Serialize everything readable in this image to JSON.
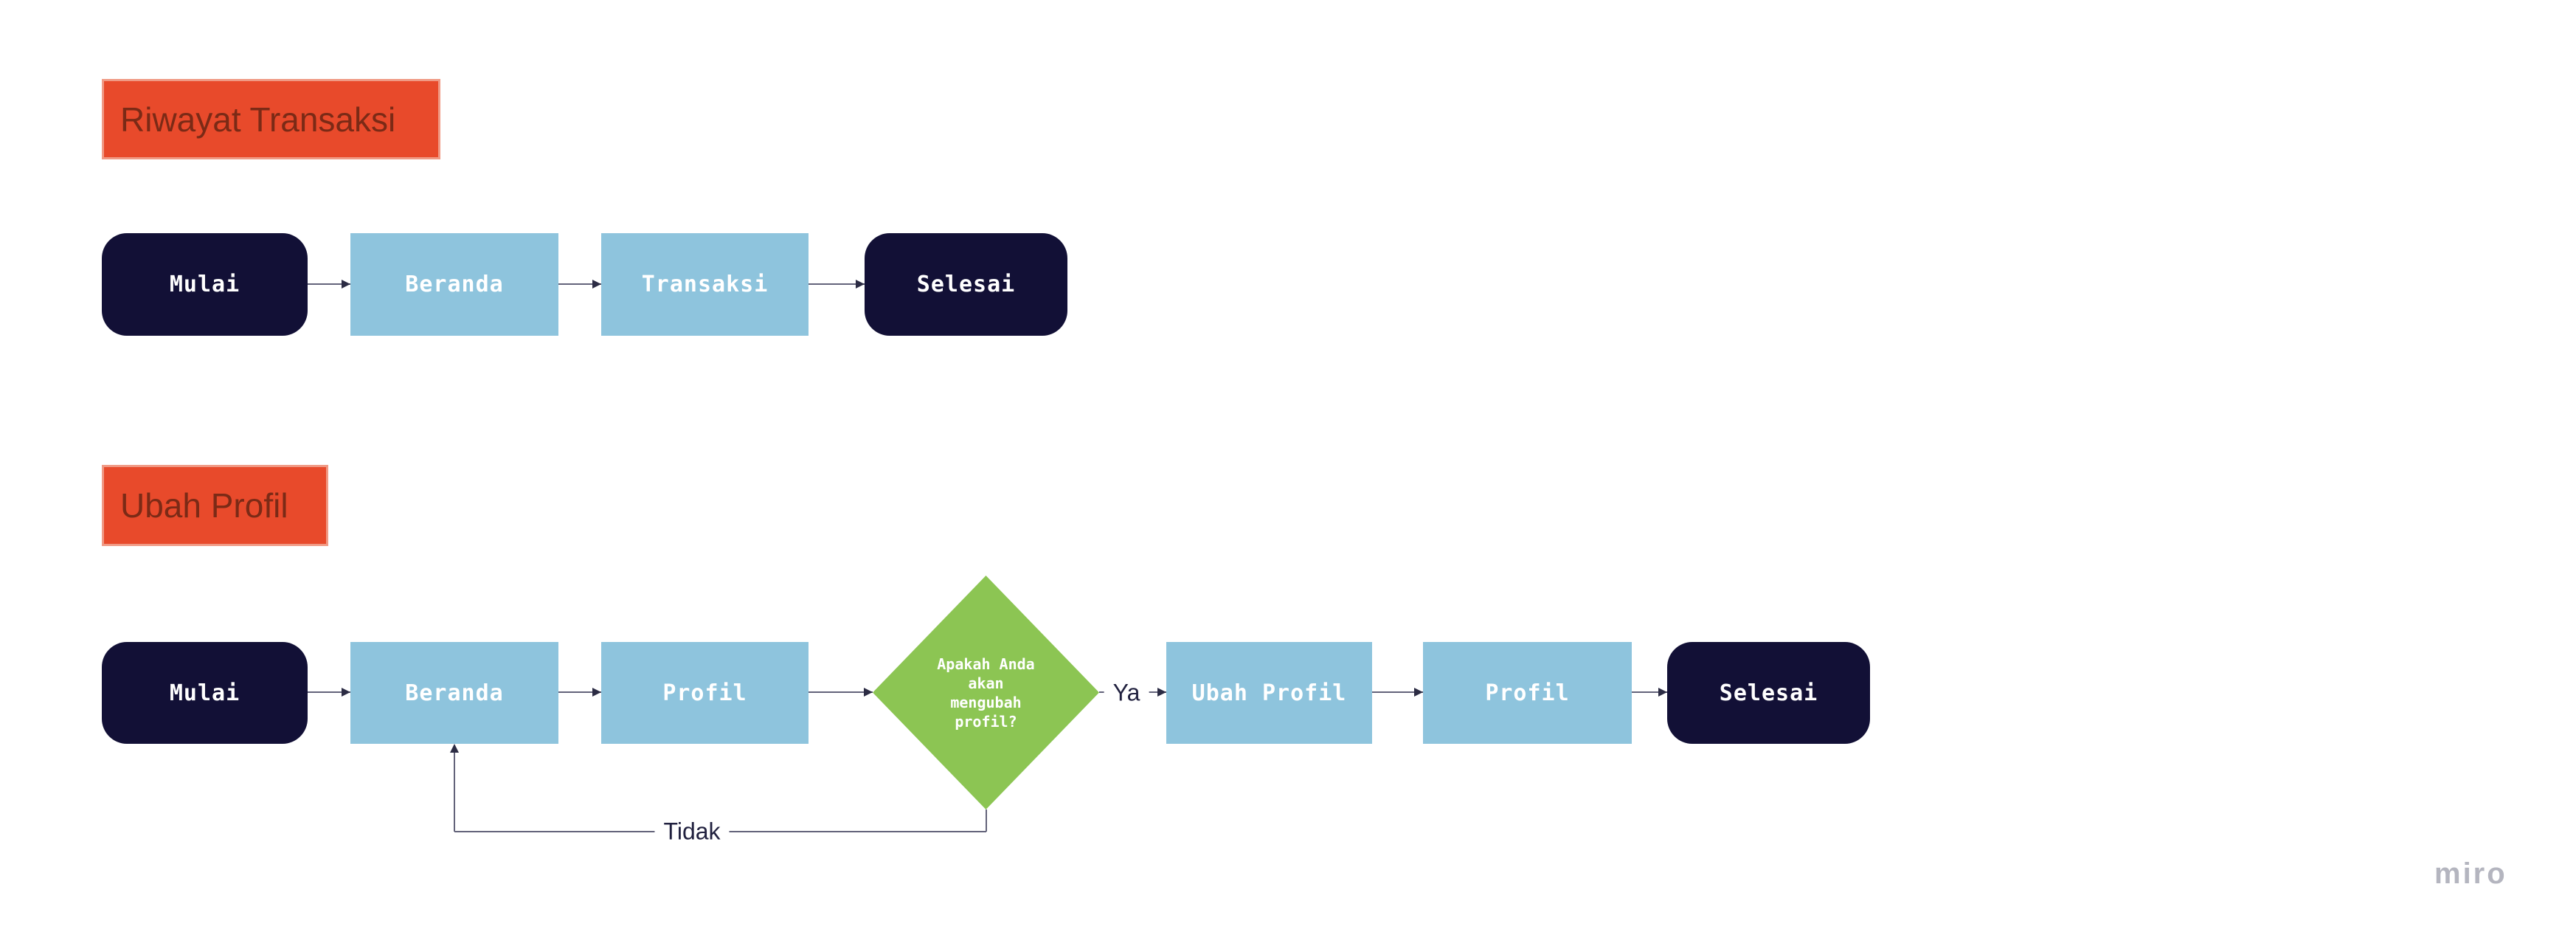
{
  "board": {
    "watermark": "miro",
    "colors": {
      "background": "#ffffff",
      "section_title_fill": "#e84a2b",
      "section_title_border": "#f09a85",
      "section_title_text": "#7b2a16",
      "terminal_node_fill": "#121036",
      "process_node_fill": "#8ec4dd",
      "decision_fill": "#8cc553",
      "node_text": "#ffffff",
      "connector_line": "#63637a",
      "connector_head": "#2c2c44",
      "edge_label_text": "#21213f",
      "watermark_text": "#b4b5bf"
    }
  },
  "flows": [
    {
      "title": "Riwayat Transaksi",
      "nodes": [
        {
          "type": "start",
          "label": "Mulai"
        },
        {
          "type": "process",
          "label": "Beranda"
        },
        {
          "type": "process",
          "label": "Transaksi"
        },
        {
          "type": "end",
          "label": "Selesai"
        }
      ]
    },
    {
      "title": "Ubah Profil",
      "nodes": [
        {
          "type": "start",
          "label": "Mulai"
        },
        {
          "type": "process",
          "label": "Beranda"
        },
        {
          "type": "process",
          "label": "Profil"
        },
        {
          "type": "decision",
          "label": "Apakah Anda akan mengubah profil?",
          "lines": [
            "Apakah Anda",
            "akan",
            "mengubah",
            "profil?"
          ]
        },
        {
          "type": "process",
          "label": "Ubah Profil"
        },
        {
          "type": "process",
          "label": "Profil"
        },
        {
          "type": "end",
          "label": "Selesai"
        }
      ],
      "edges": {
        "yes_label": "Ya",
        "no_label": "Tidak"
      }
    }
  ]
}
